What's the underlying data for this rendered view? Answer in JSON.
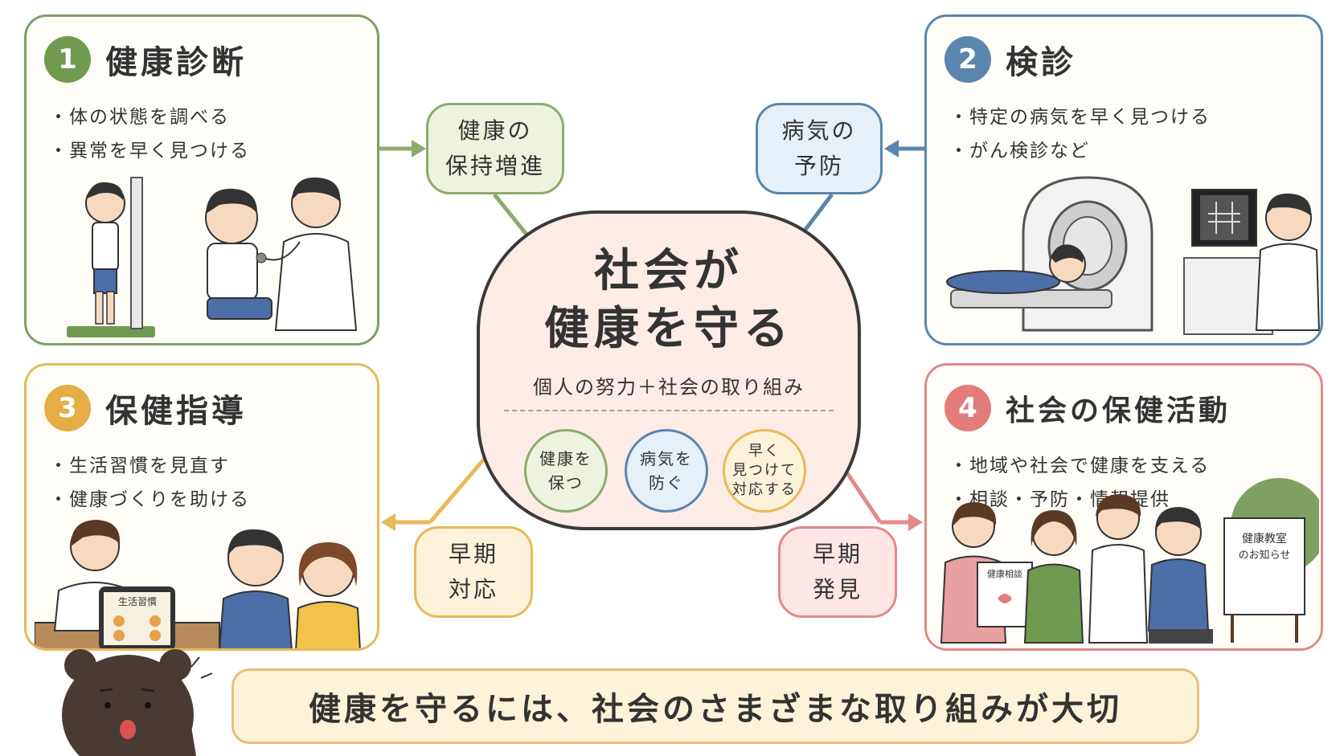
{
  "panels": [
    {
      "num": "1",
      "title": "健康診断",
      "items": [
        "体の状態を調べる",
        "異常を早く見つける"
      ],
      "color": "#6f9a4f"
    },
    {
      "num": "2",
      "title": "検診",
      "items": [
        "特定の病気を早く見つける",
        "がん検診など"
      ],
      "color": "#5b86ad"
    },
    {
      "num": "3",
      "title": "保健指導",
      "items": [
        "生活習慣を見直す",
        "健康づくりを助ける"
      ],
      "color": "#e5ad45",
      "board_title": "生活習慣"
    },
    {
      "num": "4",
      "title": "社会の保健活動",
      "items": [
        "地域や社会で健康を支える",
        "相談・予防・情報提供"
      ],
      "color": "#e37b7b",
      "clipboard_label": "健康相談",
      "sign_label": "健康教室\nのお知らせ"
    }
  ],
  "bubbles": [
    {
      "lines": [
        "健康の",
        "保持増進"
      ]
    },
    {
      "lines": [
        "病気の",
        "予防"
      ]
    },
    {
      "lines": [
        "早期",
        "対応"
      ]
    },
    {
      "lines": [
        "早期",
        "発見"
      ]
    }
  ],
  "center": {
    "title_line1": "社会が",
    "title_line2": "健康を守る",
    "subtitle": "個人の努力＋社会の取り組み",
    "circles": [
      {
        "lines": [
          "健康を",
          "保つ"
        ]
      },
      {
        "lines": [
          "病気を",
          "防ぐ"
        ]
      },
      {
        "lines": [
          "早く",
          "見つけて",
          "対応する"
        ]
      }
    ]
  },
  "banner": "健康を守るには、社会のさまざまな取り組みが大切",
  "icons": [
    "right-arrow-icon",
    "left-arrow-icon",
    "bear-mascot-icon"
  ]
}
